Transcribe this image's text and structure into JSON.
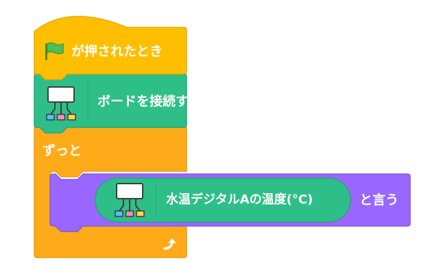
{
  "hat_block": {
    "label": "が押されたとき",
    "icon": "green-flag-icon",
    "color": "#FFBF00",
    "border": "#E6AC00"
  },
  "connect_block": {
    "label": "ボードを接続する",
    "icon": "board-icon",
    "color": "#2EBF88",
    "border": "#27A576"
  },
  "forever_block": {
    "label": "ずっと",
    "icon": "repeat-arrow-icon",
    "color": "#FFAB19",
    "border": "#EC9C13"
  },
  "say_block": {
    "label": "と言う",
    "color": "#9966FF",
    "border": "#855CD6"
  },
  "reporter_block": {
    "label": "水温デジタルAの温度(°C)",
    "icon": "board-icon",
    "color": "#2EBF88",
    "border": "#27A576"
  }
}
